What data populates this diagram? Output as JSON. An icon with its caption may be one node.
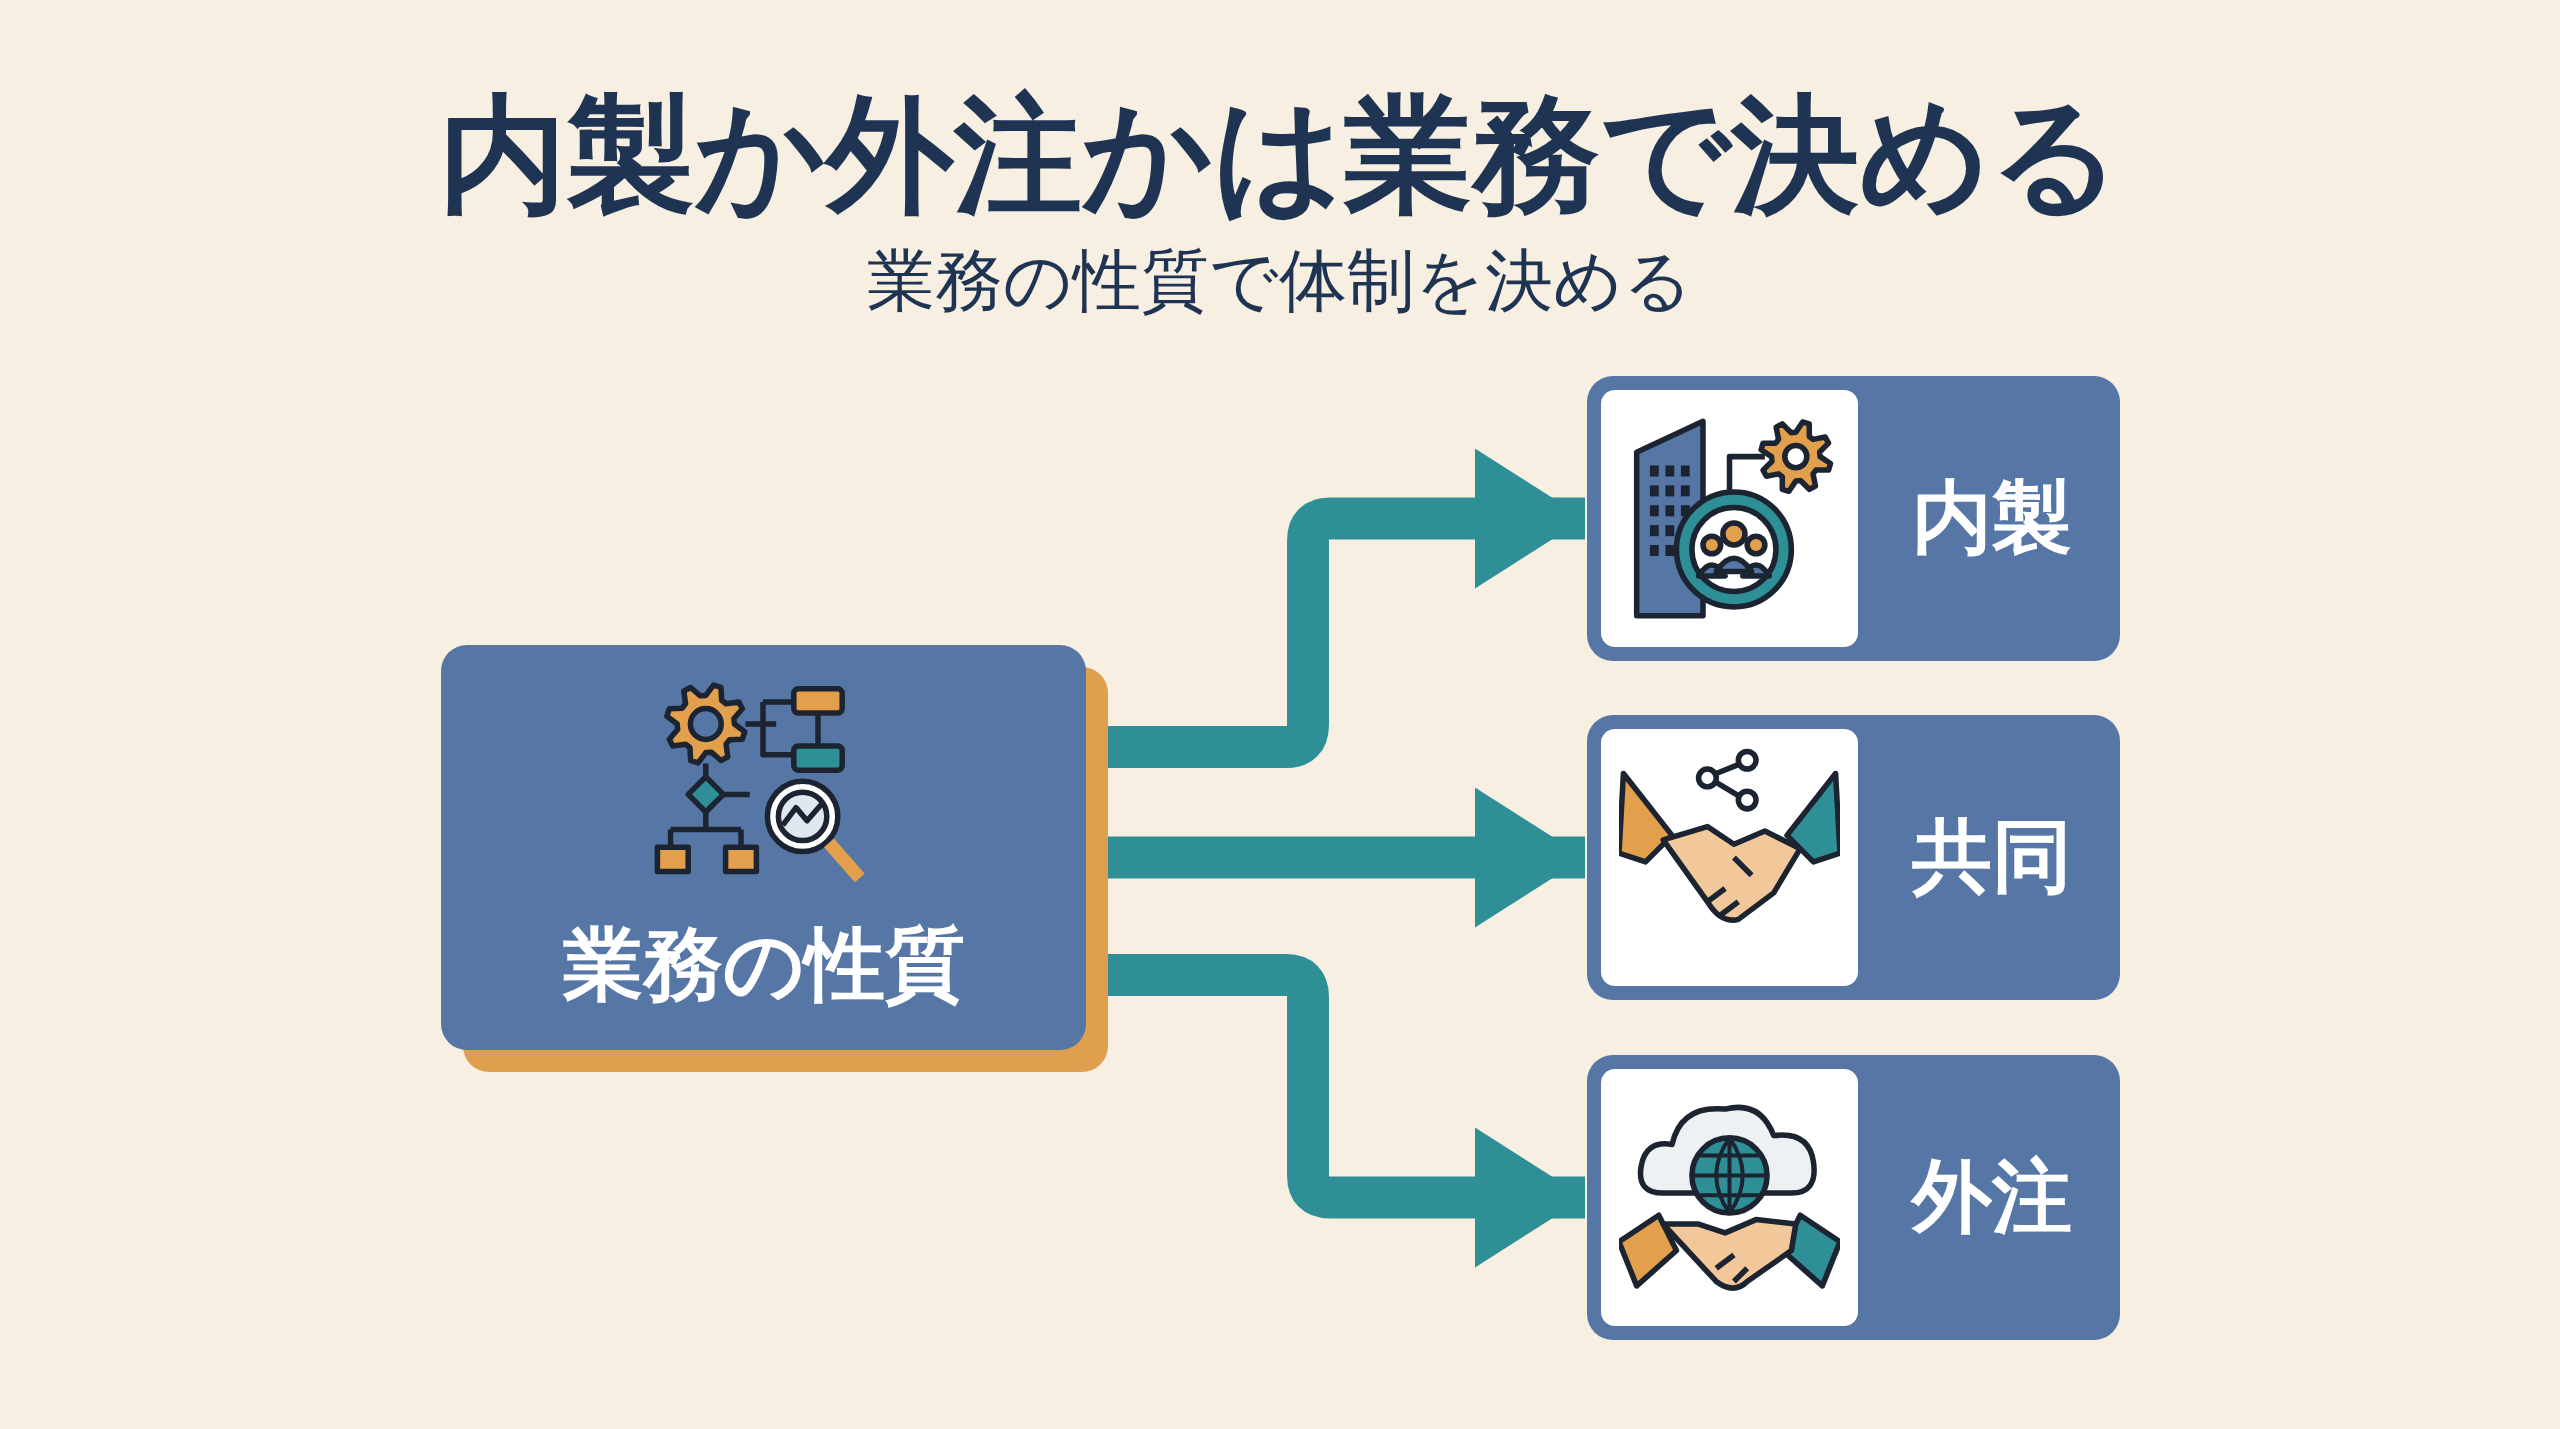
{
  "diagram": {
    "title": "内製か外注かは業務で決める",
    "nodes": [
      {
        "text": [
          "業務の性質"
        ]
      },
      {
        "text": [
          "内製"
        ]
      },
      {
        "text": [
          "共同"
        ]
      },
      {
        "text": [
          "外注"
        ]
      }
    ],
    "edges": [
      {
        "from": 0,
        "to": 1,
        "arrow": "to"
      },
      {
        "from": 0,
        "to": 2,
        "arrow": "to"
      },
      {
        "from": 0,
        "to": 3,
        "arrow": "to"
      }
    ],
    "labels": [
      "業務の性質で体制を決める"
    ]
  }
}
